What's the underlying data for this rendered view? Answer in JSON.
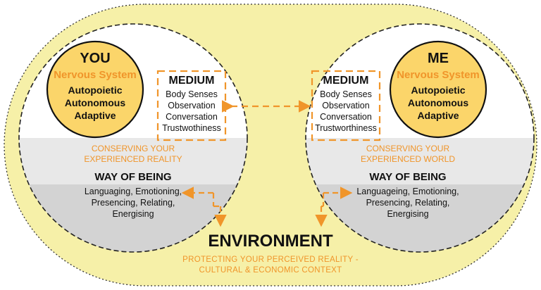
{
  "colors": {
    "environment_fill": "#f6f0a8",
    "nervous_system_fill": "#fbd56a",
    "accent_orange": "#f0952a",
    "gray_band": "#d9d9d9"
  },
  "you": {
    "title": "YOU",
    "nervous_system": "Nervous System",
    "traits": [
      "Autopoietic",
      "Autonomous",
      "Adaptive"
    ]
  },
  "me": {
    "title": "ME",
    "nervous_system": "Nervous System",
    "traits": [
      "Autopoietic",
      "Autonomous",
      "Adaptive"
    ]
  },
  "medium_left": {
    "title": "MEDIUM",
    "items": [
      "Body Senses",
      "Observation",
      "Conversation",
      "Trustwothiness"
    ]
  },
  "medium_right": {
    "title": "MEDIUM",
    "items": [
      "Body Senses",
      "Observation",
      "Conversation",
      "Trustworthiness"
    ]
  },
  "conserve_left": [
    "CONSERVING YOUR",
    "EXPERIENCED REALITY"
  ],
  "conserve_right": [
    "CONSERVING YOUR",
    "EXPERIENCED WORLD"
  ],
  "way_left": {
    "title": "WAY OF BEING",
    "lines": [
      "Languaging, Emotioning,",
      "Presencing, Relating,",
      "Energising"
    ]
  },
  "way_right": {
    "title": "WAY OF BEING",
    "lines": [
      "Languageing, Emotioning,",
      "Presencing, Relating,",
      "Energising"
    ]
  },
  "environment": {
    "title": "ENVIRONMENT",
    "lines": [
      "PROTECTING YOUR PERCEIVED REALITY  -",
      "CULTURAL & ECONOMIC CONTEXT"
    ]
  }
}
